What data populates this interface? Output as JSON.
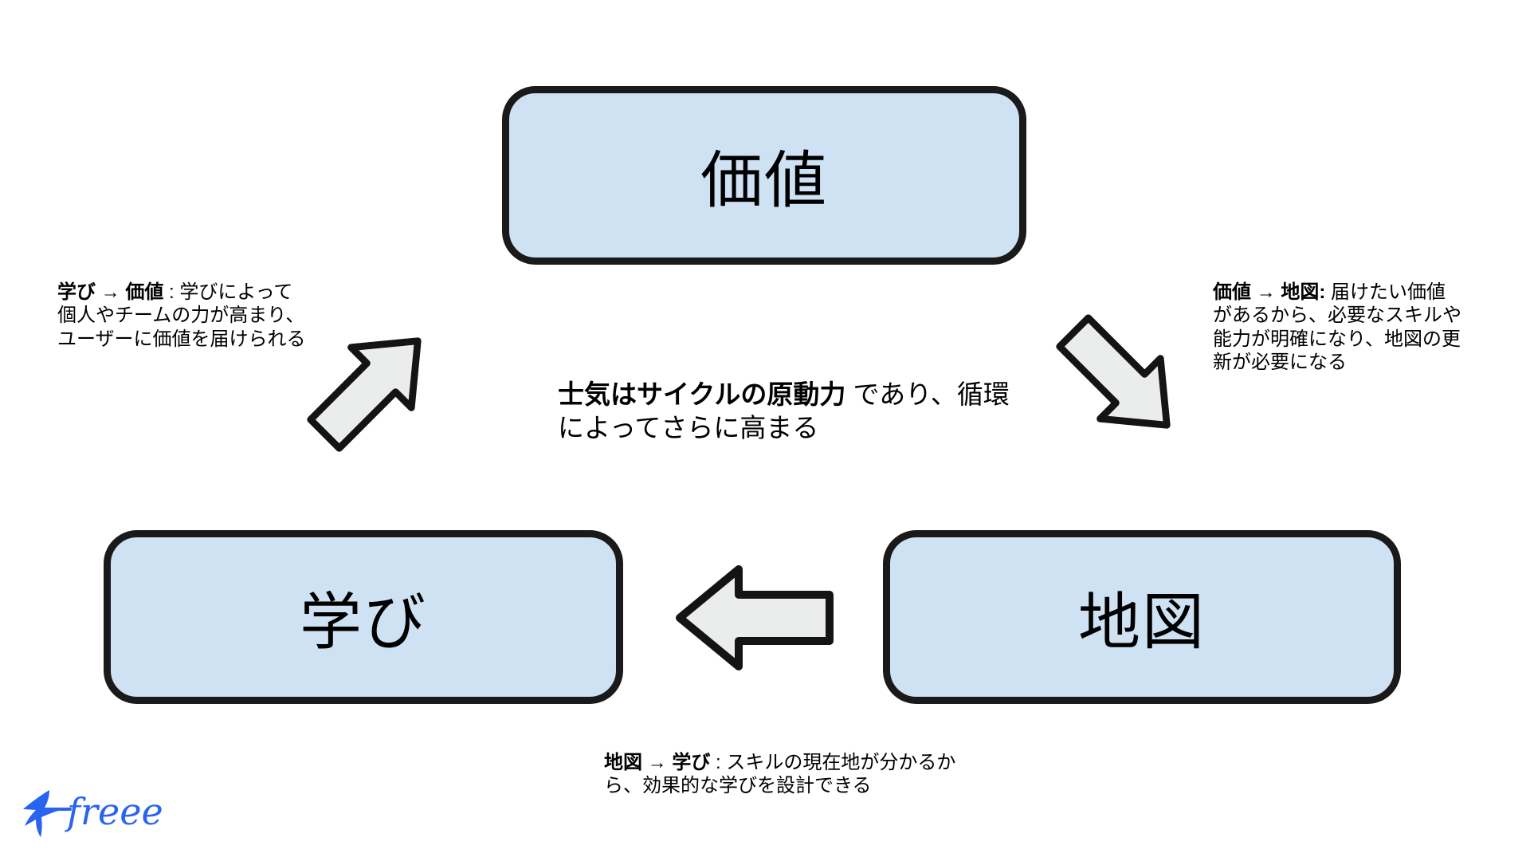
{
  "diagram": {
    "background": "#ffffff",
    "colors": {
      "node_fill": "#cfe2f3",
      "node_border": "#1a1a1a",
      "arrow_fill": "#ebedec",
      "arrow_border": "#141414",
      "text": "#000000",
      "logo_blue": "#2864f0"
    },
    "nodes": [
      {
        "id": "value",
        "label": "価値"
      },
      {
        "id": "learning",
        "label": "学び"
      },
      {
        "id": "map",
        "label": "地図"
      }
    ],
    "arrows": [
      {
        "id": "learning-to-value",
        "direction": "up-right"
      },
      {
        "id": "value-to-map",
        "direction": "down-right"
      },
      {
        "id": "map-to-learning",
        "direction": "left"
      }
    ],
    "annotations": [
      {
        "id": "learning-to-value",
        "lines": [
          {
            "bold": "学び → 価値",
            "normal": " : 学びによって"
          },
          {
            "normal": "個人やチームの力が高まり、"
          },
          {
            "normal": "ユーザーに価値を届けられる"
          }
        ]
      },
      {
        "id": "value-to-map",
        "lines": [
          {
            "bold": "価値 → 地図:",
            "normal": " 届けたい価値"
          },
          {
            "normal": "があるから、必要なスキルや"
          },
          {
            "normal": "能力が明確になり、地図の更"
          },
          {
            "normal": "新が必要になる"
          }
        ]
      },
      {
        "id": "map-to-learning",
        "lines": [
          {
            "bold": "地図 → 学び",
            "normal": " : スキルの現在地が分かるか"
          },
          {
            "normal": "ら、効果的な学びを設計できる"
          }
        ]
      },
      {
        "id": "cycle-center-note",
        "lines": [
          {
            "bold": "士気はサイクルの原動力",
            "normal": " であり、循環"
          },
          {
            "normal": "によってさらに高まる"
          }
        ]
      }
    ],
    "logo": {
      "text": "freee",
      "icon": "swallow-bird-icon"
    }
  }
}
